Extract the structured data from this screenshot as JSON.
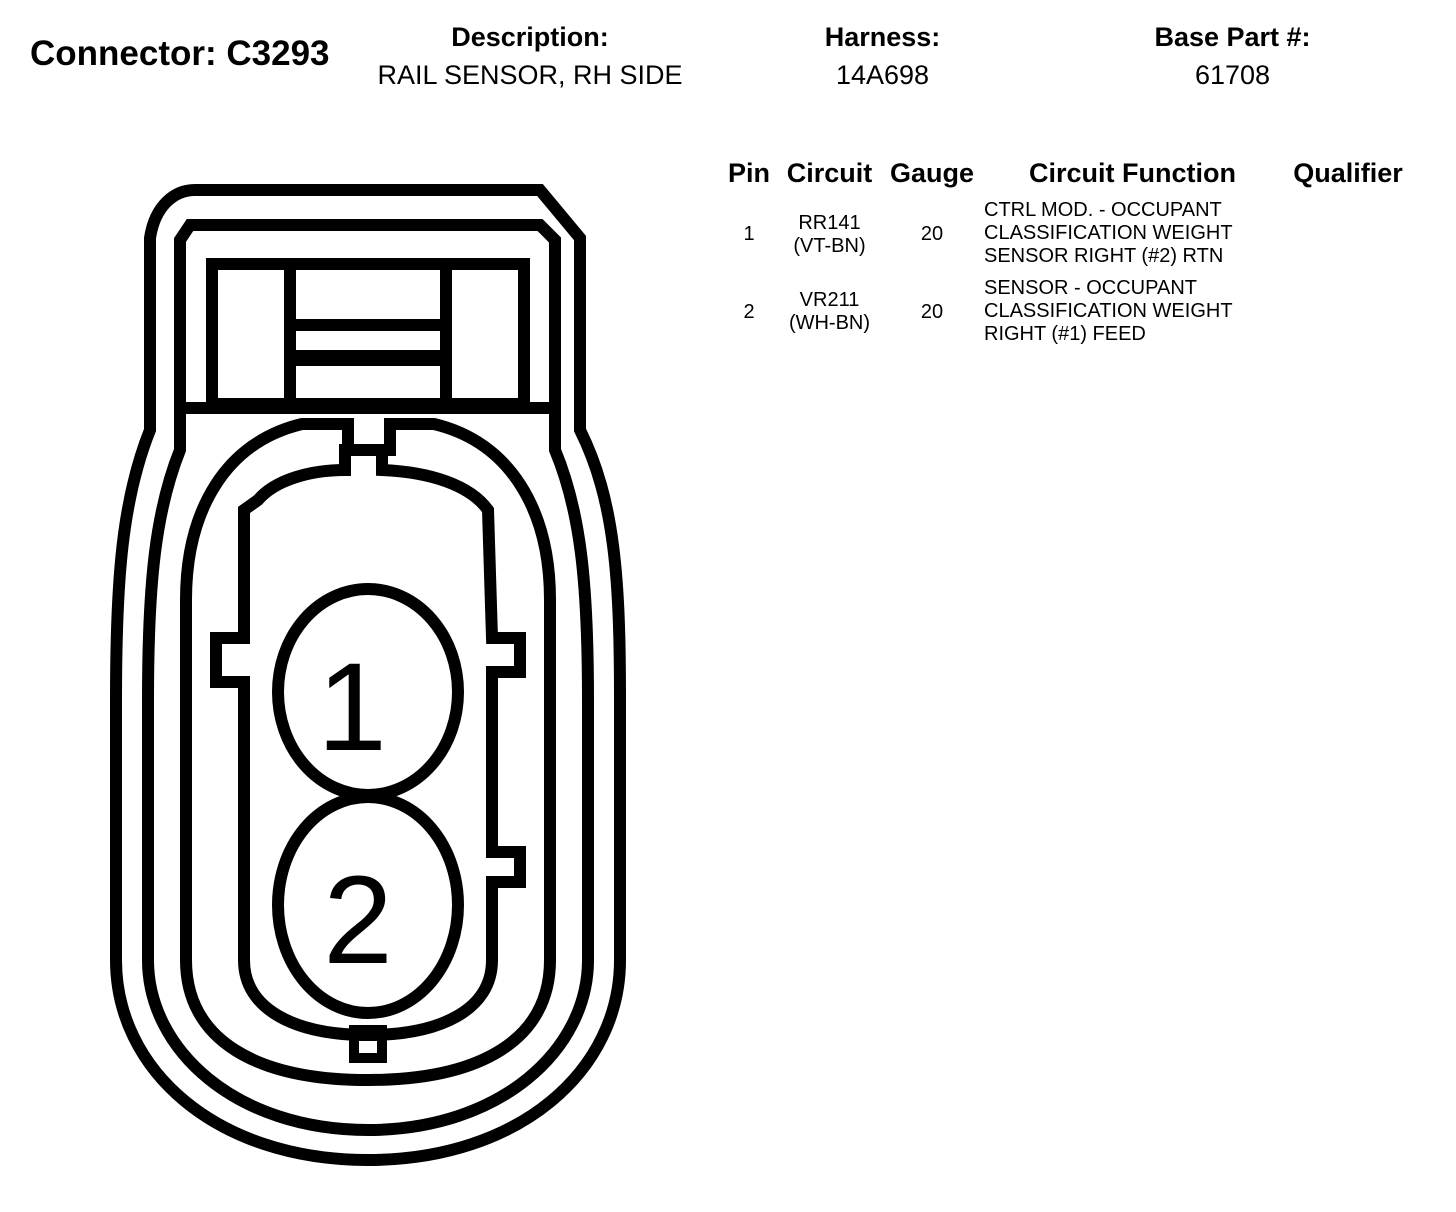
{
  "header": {
    "connector_label": "Connector: C3293",
    "description_label": "Description:",
    "description_value": "RAIL SENSOR, RH SIDE",
    "harness_label": "Harness:",
    "harness_value": "14A698",
    "base_part_label": "Base Part #:",
    "base_part_value": "61708"
  },
  "table": {
    "columns": [
      "Pin",
      "Circuit",
      "Gauge",
      "Circuit Function",
      "Qualifier"
    ],
    "rows": [
      {
        "pin": "1",
        "circuit": [
          "RR141",
          "(VT-BN)"
        ],
        "gauge": "20",
        "function": [
          "CTRL MOD. - OCCUPANT",
          "CLASSIFICATION WEIGHT",
          "SENSOR RIGHT (#2) RTN"
        ],
        "qualifier": ""
      },
      {
        "pin": "2",
        "circuit": [
          "VR211",
          "(WH-BN)"
        ],
        "gauge": "20",
        "function": [
          "SENSOR - OCCUPANT",
          "CLASSIFICATION WEIGHT",
          "RIGHT (#1) FEED"
        ],
        "qualifier": ""
      }
    ]
  },
  "drawing": {
    "pin_labels": [
      "1",
      "2"
    ],
    "stroke_color": "#000000"
  }
}
